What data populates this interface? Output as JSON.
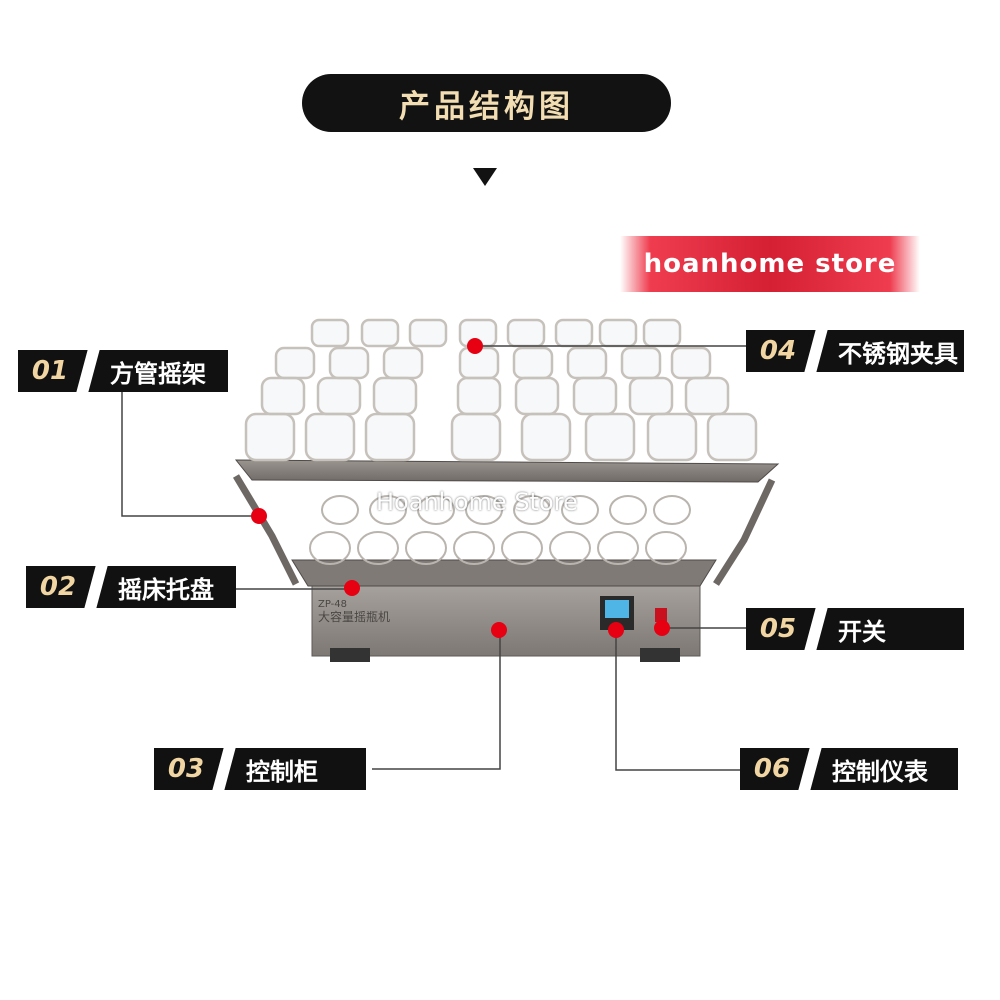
{
  "title": "产品结构图",
  "store_tag": "hoanhome store",
  "watermark": "Hoanhome Store",
  "machine_plate": {
    "model": "ZP-48",
    "name": "大容量摇瓶机"
  },
  "parts": [
    {
      "num": "01",
      "name": "方管摇架"
    },
    {
      "num": "02",
      "name": "摇床托盘"
    },
    {
      "num": "03",
      "name": "控制柜"
    },
    {
      "num": "04",
      "name": "不锈钢夹具"
    },
    {
      "num": "05",
      "name": "开关"
    },
    {
      "num": "06",
      "name": "控制仪表"
    }
  ],
  "colors": {
    "label_bg": "#111111",
    "number": "#f1d6a3",
    "marker": "#e60012",
    "store_bg": "#d51f33"
  }
}
